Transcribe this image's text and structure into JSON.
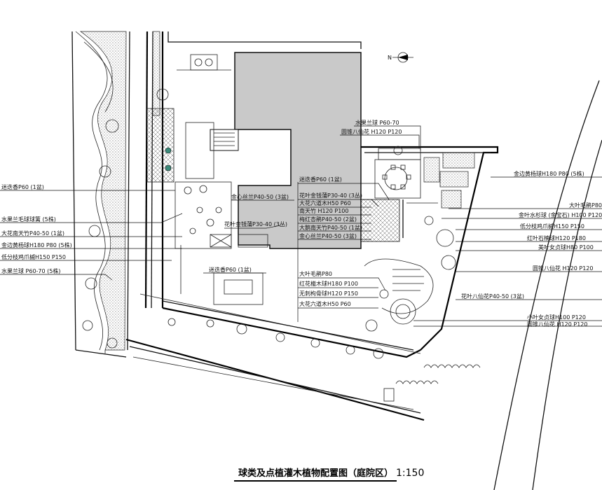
{
  "title": {
    "text": "球类及点植灌木植物配置图（庭院区）",
    "scale": "1:150"
  },
  "north": {
    "letter": "N"
  },
  "labels": [
    {
      "id": "l01",
      "text": "迷迭香P60 (1盆)"
    },
    {
      "id": "l02",
      "text": "水果兰毛球球篱 (5株)"
    },
    {
      "id": "l03",
      "text": "大花南天竹P40-50 (1盆)"
    },
    {
      "id": "l04",
      "text": "金边黄杨球H180 P80 (5株)"
    },
    {
      "id": "l05",
      "text": "低分枝鸡爪槭H150 P150"
    },
    {
      "id": "l06",
      "text": "水果兰球 P60-70 (5株)"
    },
    {
      "id": "l07",
      "text": "水果兰球 P60-70"
    },
    {
      "id": "l08",
      "text": "圆锥八仙花 H120 P120"
    },
    {
      "id": "l09",
      "text": "迷迭香P60 (1盆)"
    },
    {
      "id": "l10",
      "text": "金心丝兰P40-50 (3盆)"
    },
    {
      "id": "l11",
      "text": "花叶金钱蒲P30-40 (3丛)"
    },
    {
      "id": "l12",
      "text": "大花六道木H50 P60"
    },
    {
      "id": "l13",
      "text": "南天竹 H120 P100"
    },
    {
      "id": "l14",
      "text": "梅红杏鹃P40-50 (2盆)"
    },
    {
      "id": "l15",
      "text": "大鹅南天竹P40-50 (1盆)"
    },
    {
      "id": "l16",
      "text": "金心丝兰P40-50 (3盆)"
    },
    {
      "id": "l17",
      "text": "花叶金钱蒲P30-40 (3丛)"
    },
    {
      "id": "l18",
      "text": "迷迭香P60 (1盆)"
    },
    {
      "id": "l19",
      "text": "大叶毛鹃P80"
    },
    {
      "id": "l20",
      "text": "红花檵木球H180 P100"
    },
    {
      "id": "l21",
      "text": "无刺枸骨球H120 P150"
    },
    {
      "id": "l22",
      "text": "大花六道木H50 P60"
    },
    {
      "id": "l23",
      "text": "金边黄杨球H180 P80 (5株)"
    },
    {
      "id": "l24",
      "text": "大叶毛鹃P80"
    },
    {
      "id": "l25",
      "text": "金叶水杉球 (金宝石) H100 P120"
    },
    {
      "id": "l26",
      "text": "低分枝鸡爪槭H150 P150"
    },
    {
      "id": "l27",
      "text": "红叶石楠球H120 P180"
    },
    {
      "id": "l28",
      "text": "美叶女贞球H80 P100"
    },
    {
      "id": "l29",
      "text": "圆锥八仙花 H120 P120"
    },
    {
      "id": "l30",
      "text": "花叶八仙花P40-50 (3盆)"
    },
    {
      "id": "l31",
      "text": "小叶女贞球H100 P120"
    },
    {
      "id": "l32",
      "text": "圆锥八仙花 H120 P120"
    }
  ]
}
